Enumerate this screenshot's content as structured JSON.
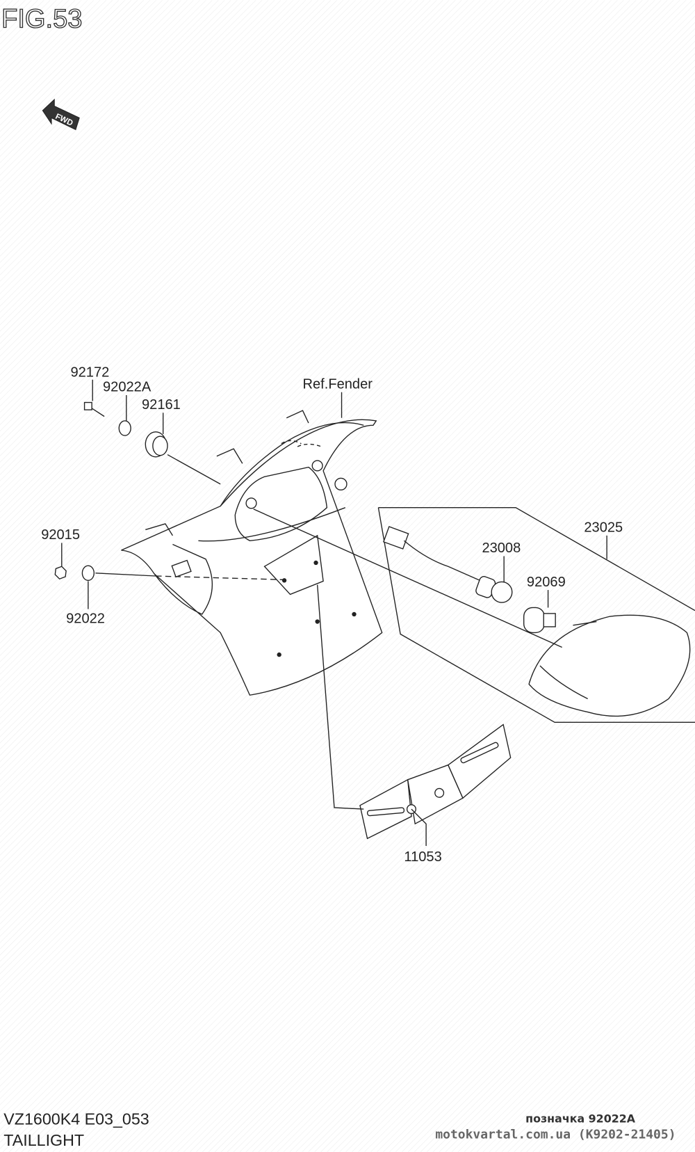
{
  "figure": {
    "title": "FIG.53",
    "fwd_label": "FWD"
  },
  "callouts": {
    "p92172": "92172",
    "p92022A": "92022A",
    "p92161": "92161",
    "ref_fender": "Ref.Fender",
    "p23025": "23025",
    "p23008": "23008",
    "p92069": "92069",
    "p92015": "92015",
    "p92022": "92022",
    "p11053": "11053"
  },
  "footer": {
    "model": "VZ1600K4 E03_053",
    "section": "TAILLIGHT"
  },
  "watermark": {
    "label": "позначка 92022A",
    "site": "motokvartal.com.ua (K9202-21405)"
  }
}
